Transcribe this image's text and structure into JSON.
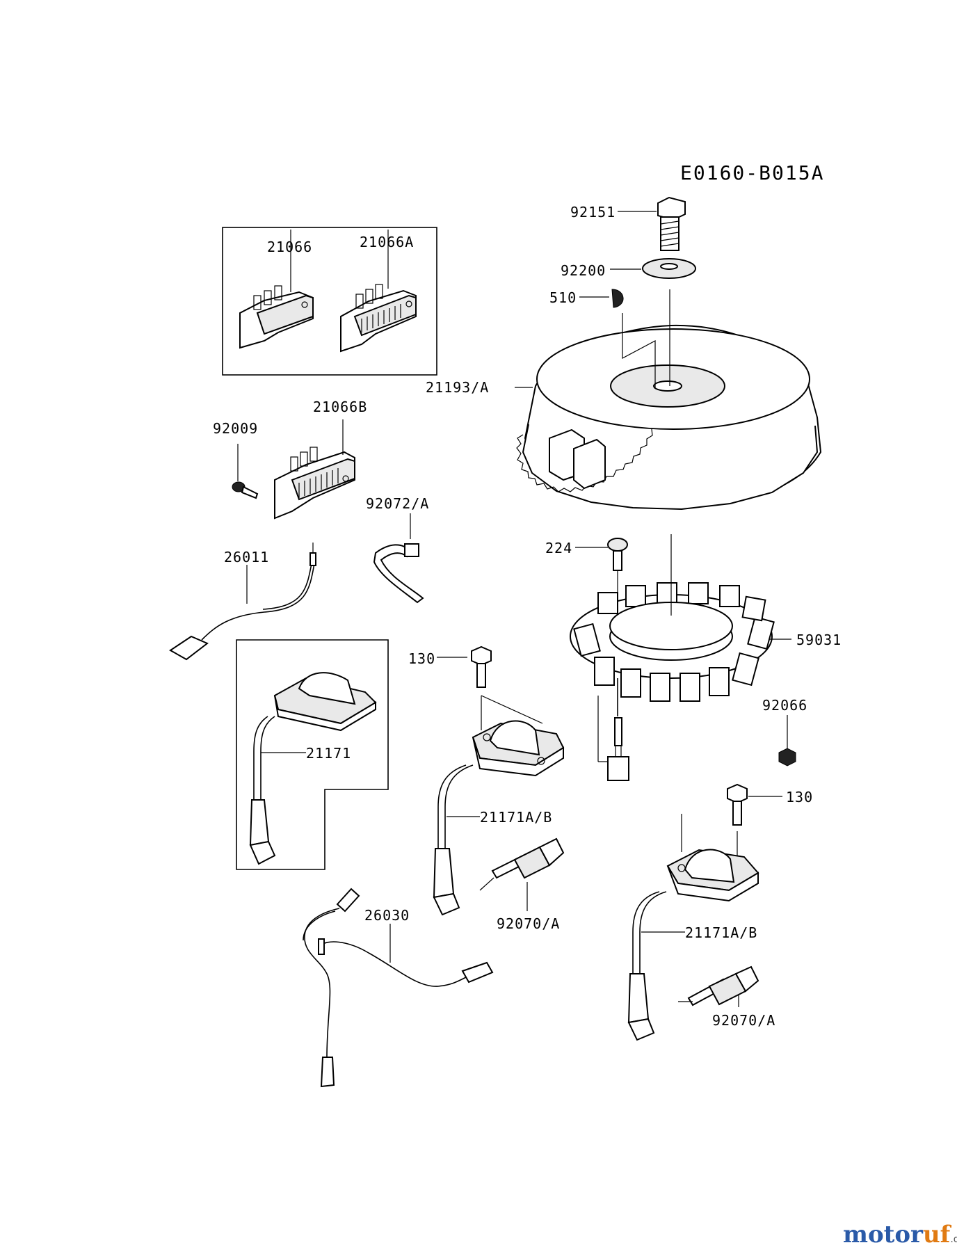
{
  "diagram_code": "E0160-B015A",
  "labels": {
    "p92151": "92151",
    "p92200": "92200",
    "p510": "510",
    "p21193": "21193/A",
    "p21066": "21066",
    "p21066a": "21066A",
    "p21066b": "21066B",
    "p92009": "92009",
    "p92072": "92072/A",
    "p26011": "26011",
    "p224": "224",
    "p59031": "59031",
    "p130a": "130",
    "p92066": "92066",
    "p21171": "21171",
    "p21171ab_1": "21171A/B",
    "p92070_1": "92070/A",
    "p130b": "130",
    "p21171ab_2": "21171A/B",
    "p26030": "26030",
    "p92070_2": "92070/A"
  },
  "watermark": {
    "part1": "motor",
    "part2": "uf",
    "suffix": ".de"
  }
}
